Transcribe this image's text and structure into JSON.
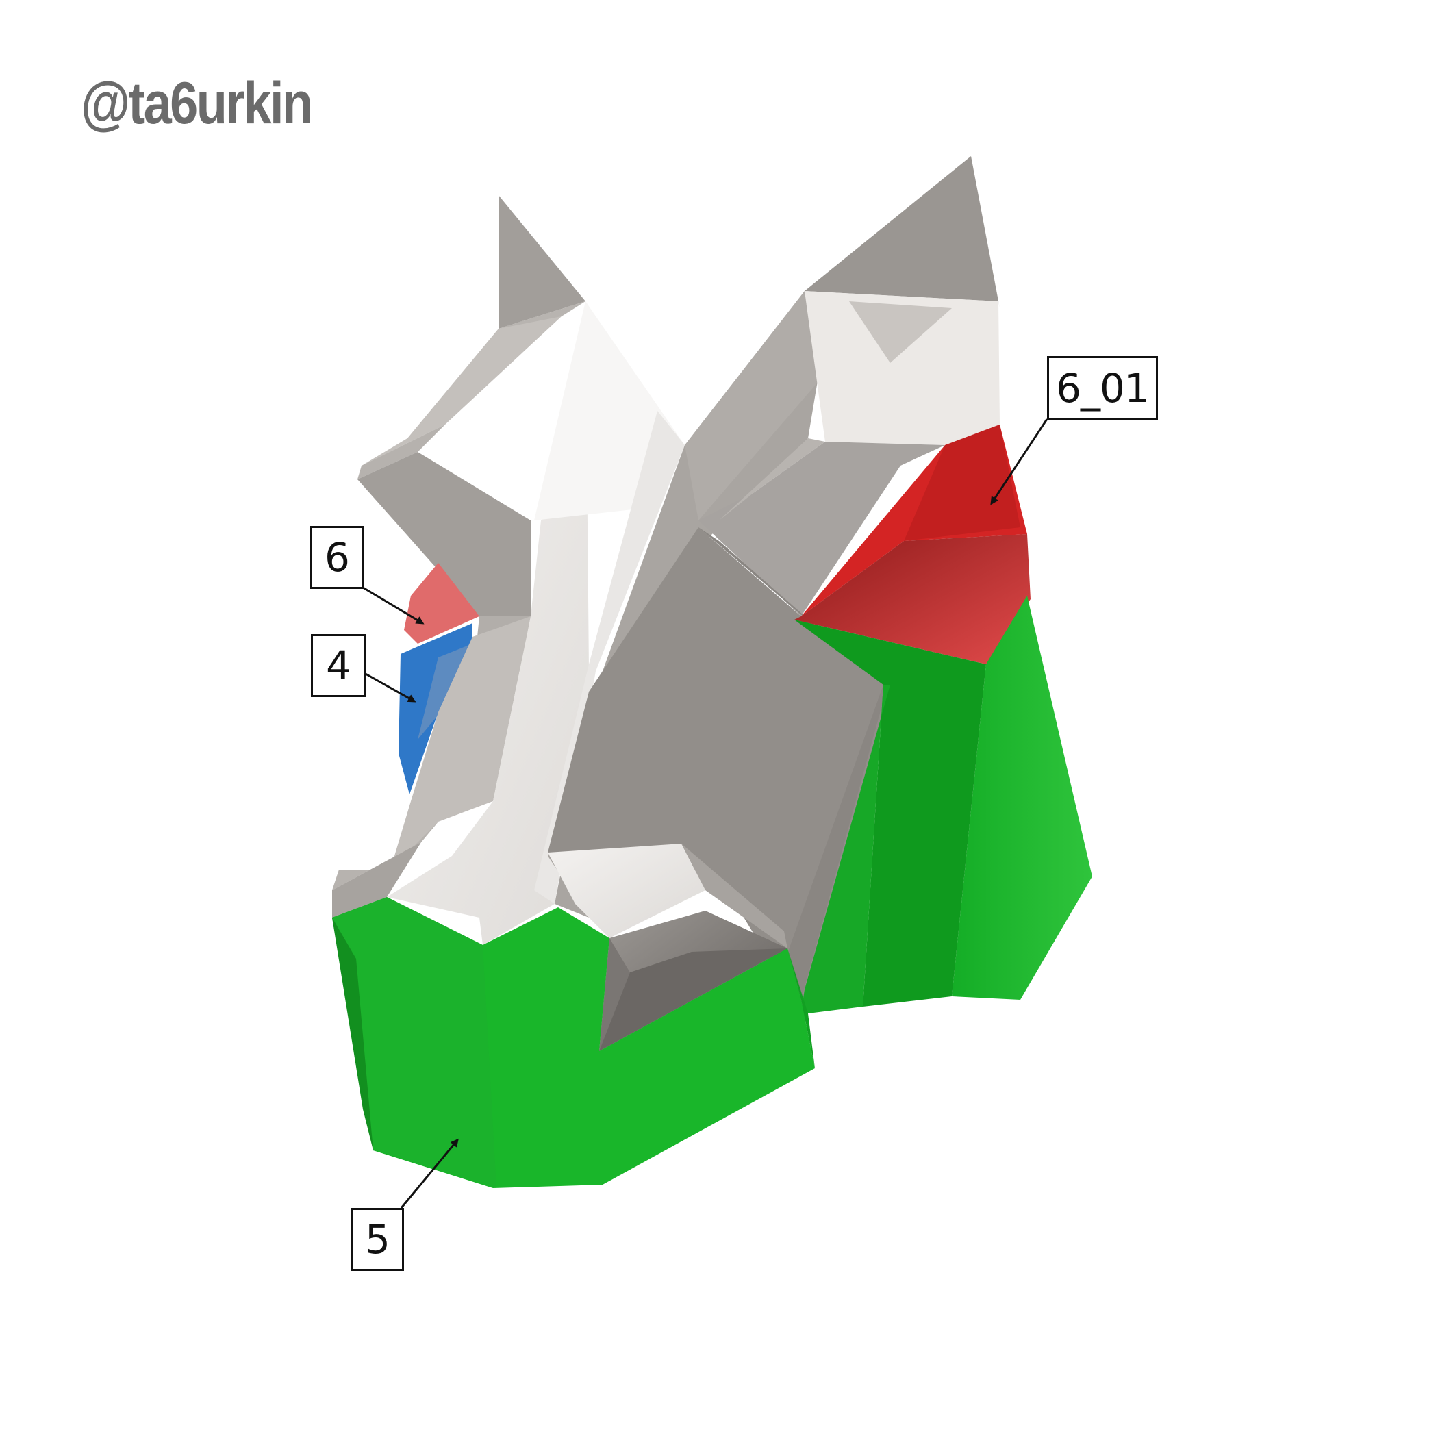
{
  "watermark": {
    "text": "@ta6urkin",
    "color": "#6b6b6b"
  },
  "figure": {
    "subject": "low-poly papercraft animal head, isometric render",
    "colors": {
      "grey_dark": "#8f8b87",
      "grey_mid": "#a9a5a1",
      "grey_light": "#d6d3d0",
      "grey_highlight": "#ece9e6",
      "green": "#19b62a",
      "green_dark": "#0f9a1e",
      "green_light": "#2ec43b",
      "red": "#d42424",
      "red_dark": "#a81b1b",
      "red_soft": "#e06b6b",
      "blue": "#2f78c8"
    }
  },
  "callouts": [
    {
      "id": "6_01",
      "label": "6_01",
      "part_color": "red"
    },
    {
      "id": "6",
      "label": "6",
      "part_color": "red"
    },
    {
      "id": "4",
      "label": "4",
      "part_color": "blue"
    },
    {
      "id": "5",
      "label": "5",
      "part_color": "green"
    }
  ]
}
